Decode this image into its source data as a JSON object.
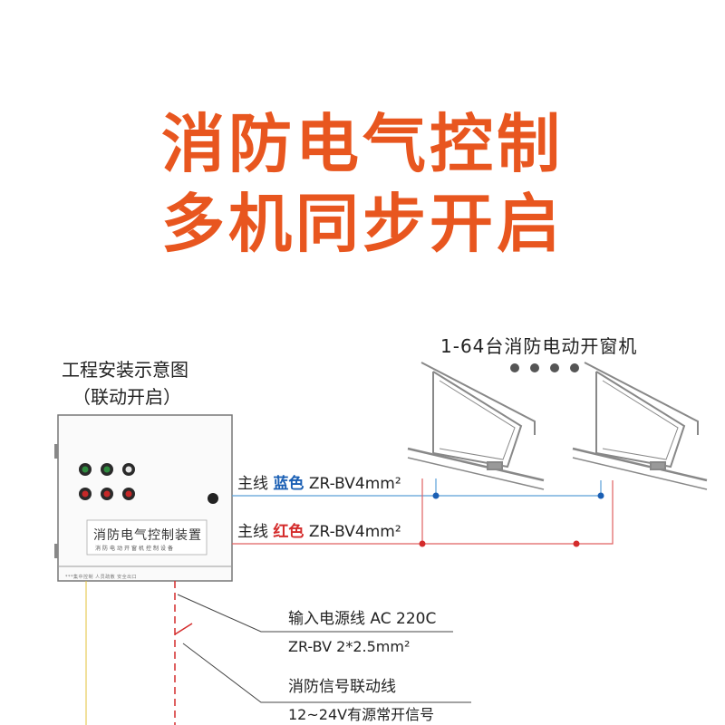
{
  "headline": {
    "line1": "消防电气控制",
    "line2": "多机同步开启"
  },
  "install_caption": {
    "line1": "工程安装示意图",
    "line2": "（联动开启）"
  },
  "window_caption": "1-64台消防电动开窗机",
  "control_box": {
    "title": "消防电气控制装置",
    "subtitle": "消防电动开窗机控制设备",
    "footer_text": "***集中控制 人员疏散 安全出口"
  },
  "main_line_blue": {
    "prefix": "主线",
    "color_word": "蓝色",
    "spec": "ZR-BV4mm²",
    "color": "#1a5fb4"
  },
  "main_line_red": {
    "prefix": "主线",
    "color_word": "红色",
    "spec": "ZR-BV4mm²",
    "color": "#d42b2b"
  },
  "power_line": {
    "label": "输入电源线 AC 220C",
    "spec": "ZR-BV  2*2.5mm²"
  },
  "signal_line": {
    "label": "消防信号联动线",
    "spec": "12~24V有源常开信号"
  },
  "colors": {
    "headline": "#e8561f",
    "box_stroke": "#666666",
    "indicator_green": "#2e8b3e",
    "indicator_red": "#c62828"
  }
}
